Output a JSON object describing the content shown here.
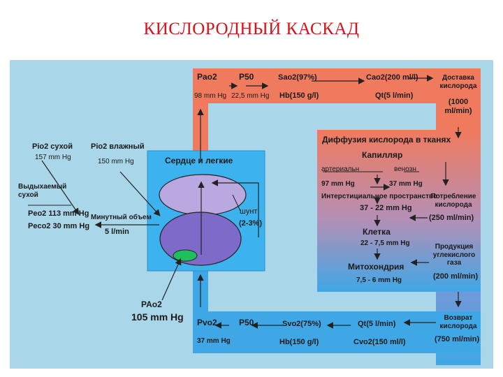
{
  "title": "КИСЛОРОДНЫЙ КАСКАД",
  "top_row": {
    "pao2": "Pao2",
    "pao2_val": "98 mm Hg",
    "p50": "P50",
    "p50_val": "22,5 mm Hg",
    "sao2": "Sao2(97%)",
    "hb": "Hb(150 g/l)",
    "cao2": "Cao2(200 ml/l)",
    "qt": "Qt(5 l/min)",
    "delivery": "Доставка кислорода",
    "delivery_val": "(1000 ml/min)"
  },
  "left": {
    "pio2_dry": "Pio2 сухой",
    "pio2_dry_val": "157 mm Hg",
    "pio2_wet": "Pio2 влажный",
    "pio2_wet_val": "150 mm Hg",
    "exhaled": "Выдыхаемый сухой",
    "peo2": "Peo2 113 mm Hg",
    "peco2": "Peco2 30 mm Hg",
    "minute_volume": "Минутный объем",
    "minute_volume_val": "5 l/min"
  },
  "heart": {
    "label": "Сердце и легкие",
    "shunt": "шунт",
    "shunt_val": "(2-3%)"
  },
  "pao2_art": {
    "label": "PAo2",
    "value": "105 mm Hg"
  },
  "tissue": {
    "title": "Диффузия кислорода в тканях",
    "capillary": "Капилляр",
    "arterial": "артериальн",
    "venous": "венозн",
    "art_val": "97 mm Hg",
    "ven_val": "37 mm Hg",
    "interstitial": "Интерстициальное пространство",
    "interstitial_val": "37 - 22 mm Hg",
    "consumption": "Потребление кислорода",
    "consumption_val": "(250 ml/min)",
    "cell": "Клетка",
    "cell_val": "22 - 7,5 mm Hg",
    "co2_production": "Продукция углекислого газа",
    "co2_production_val": "(200 ml/min)",
    "mitochondria": "Митохондрия",
    "mito_val": "7,5 - 6 mm Hg"
  },
  "bottom_row": {
    "pvo2": "Pvo2",
    "pvo2_val": "37 mm Hg",
    "p50": "P50",
    "svo2": "Svo2(75%)",
    "hb": "Hb(150 g/l)",
    "qt": "Qt(5 l/min)",
    "cvo2": "Cvo2(150 ml/l)",
    "return": "Возврат кислорода",
    "return_val": "(750 ml/min)"
  },
  "colors": {
    "background": "#a9d6e9",
    "title": "#d4141b",
    "arterial_red": "#f07a5e",
    "venous_blue": "#3fa7e6",
    "heart_box": "#3cb3ee",
    "lung_light": "#b9a9e0",
    "lung_dark": "#7d6ac9",
    "green": "#1fbf5d"
  }
}
